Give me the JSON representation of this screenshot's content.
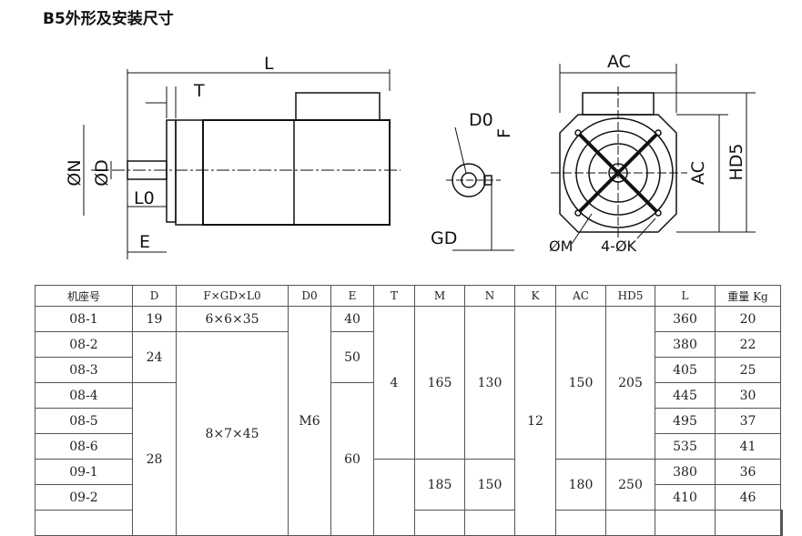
{
  "title": "B5外形及安装尺寸",
  "drawing_labels": {
    "L": "L",
    "T": "T",
    "N": "ØN",
    "D": "ØD",
    "L0": "L0",
    "E": "E",
    "D0": "D0",
    "F": "F",
    "GD": "GD",
    "AC_top": "AC",
    "HD5": "HD5",
    "AC_side": "AC",
    "M": "ØM",
    "K": "4-ØK"
  },
  "table": {
    "headers": [
      "机座号",
      "D",
      "F×GD×L0",
      "D0",
      "E",
      "T",
      "M",
      "N",
      "K",
      "AC",
      "HD5",
      "L",
      "重量 Kg"
    ],
    "frame": [
      "08-1",
      "08-2",
      "08-3",
      "08-4",
      "08-5",
      "08-6",
      "09-1",
      "09-2"
    ],
    "D": [
      "19",
      "24",
      "28"
    ],
    "FGDL0": [
      "6×6×35",
      "8×7×45"
    ],
    "D0": "M6",
    "E": [
      "40",
      "50",
      "60"
    ],
    "T": "4",
    "M": [
      "165",
      "185"
    ],
    "N": [
      "130",
      "150"
    ],
    "K": "12",
    "AC": [
      "150",
      "180"
    ],
    "HD5": [
      "205",
      "250"
    ],
    "L": [
      "360",
      "380",
      "405",
      "445",
      "495",
      "535",
      "380",
      "410"
    ],
    "weight": [
      "20",
      "22",
      "25",
      "30",
      "37",
      "41",
      "36",
      "46"
    ]
  }
}
